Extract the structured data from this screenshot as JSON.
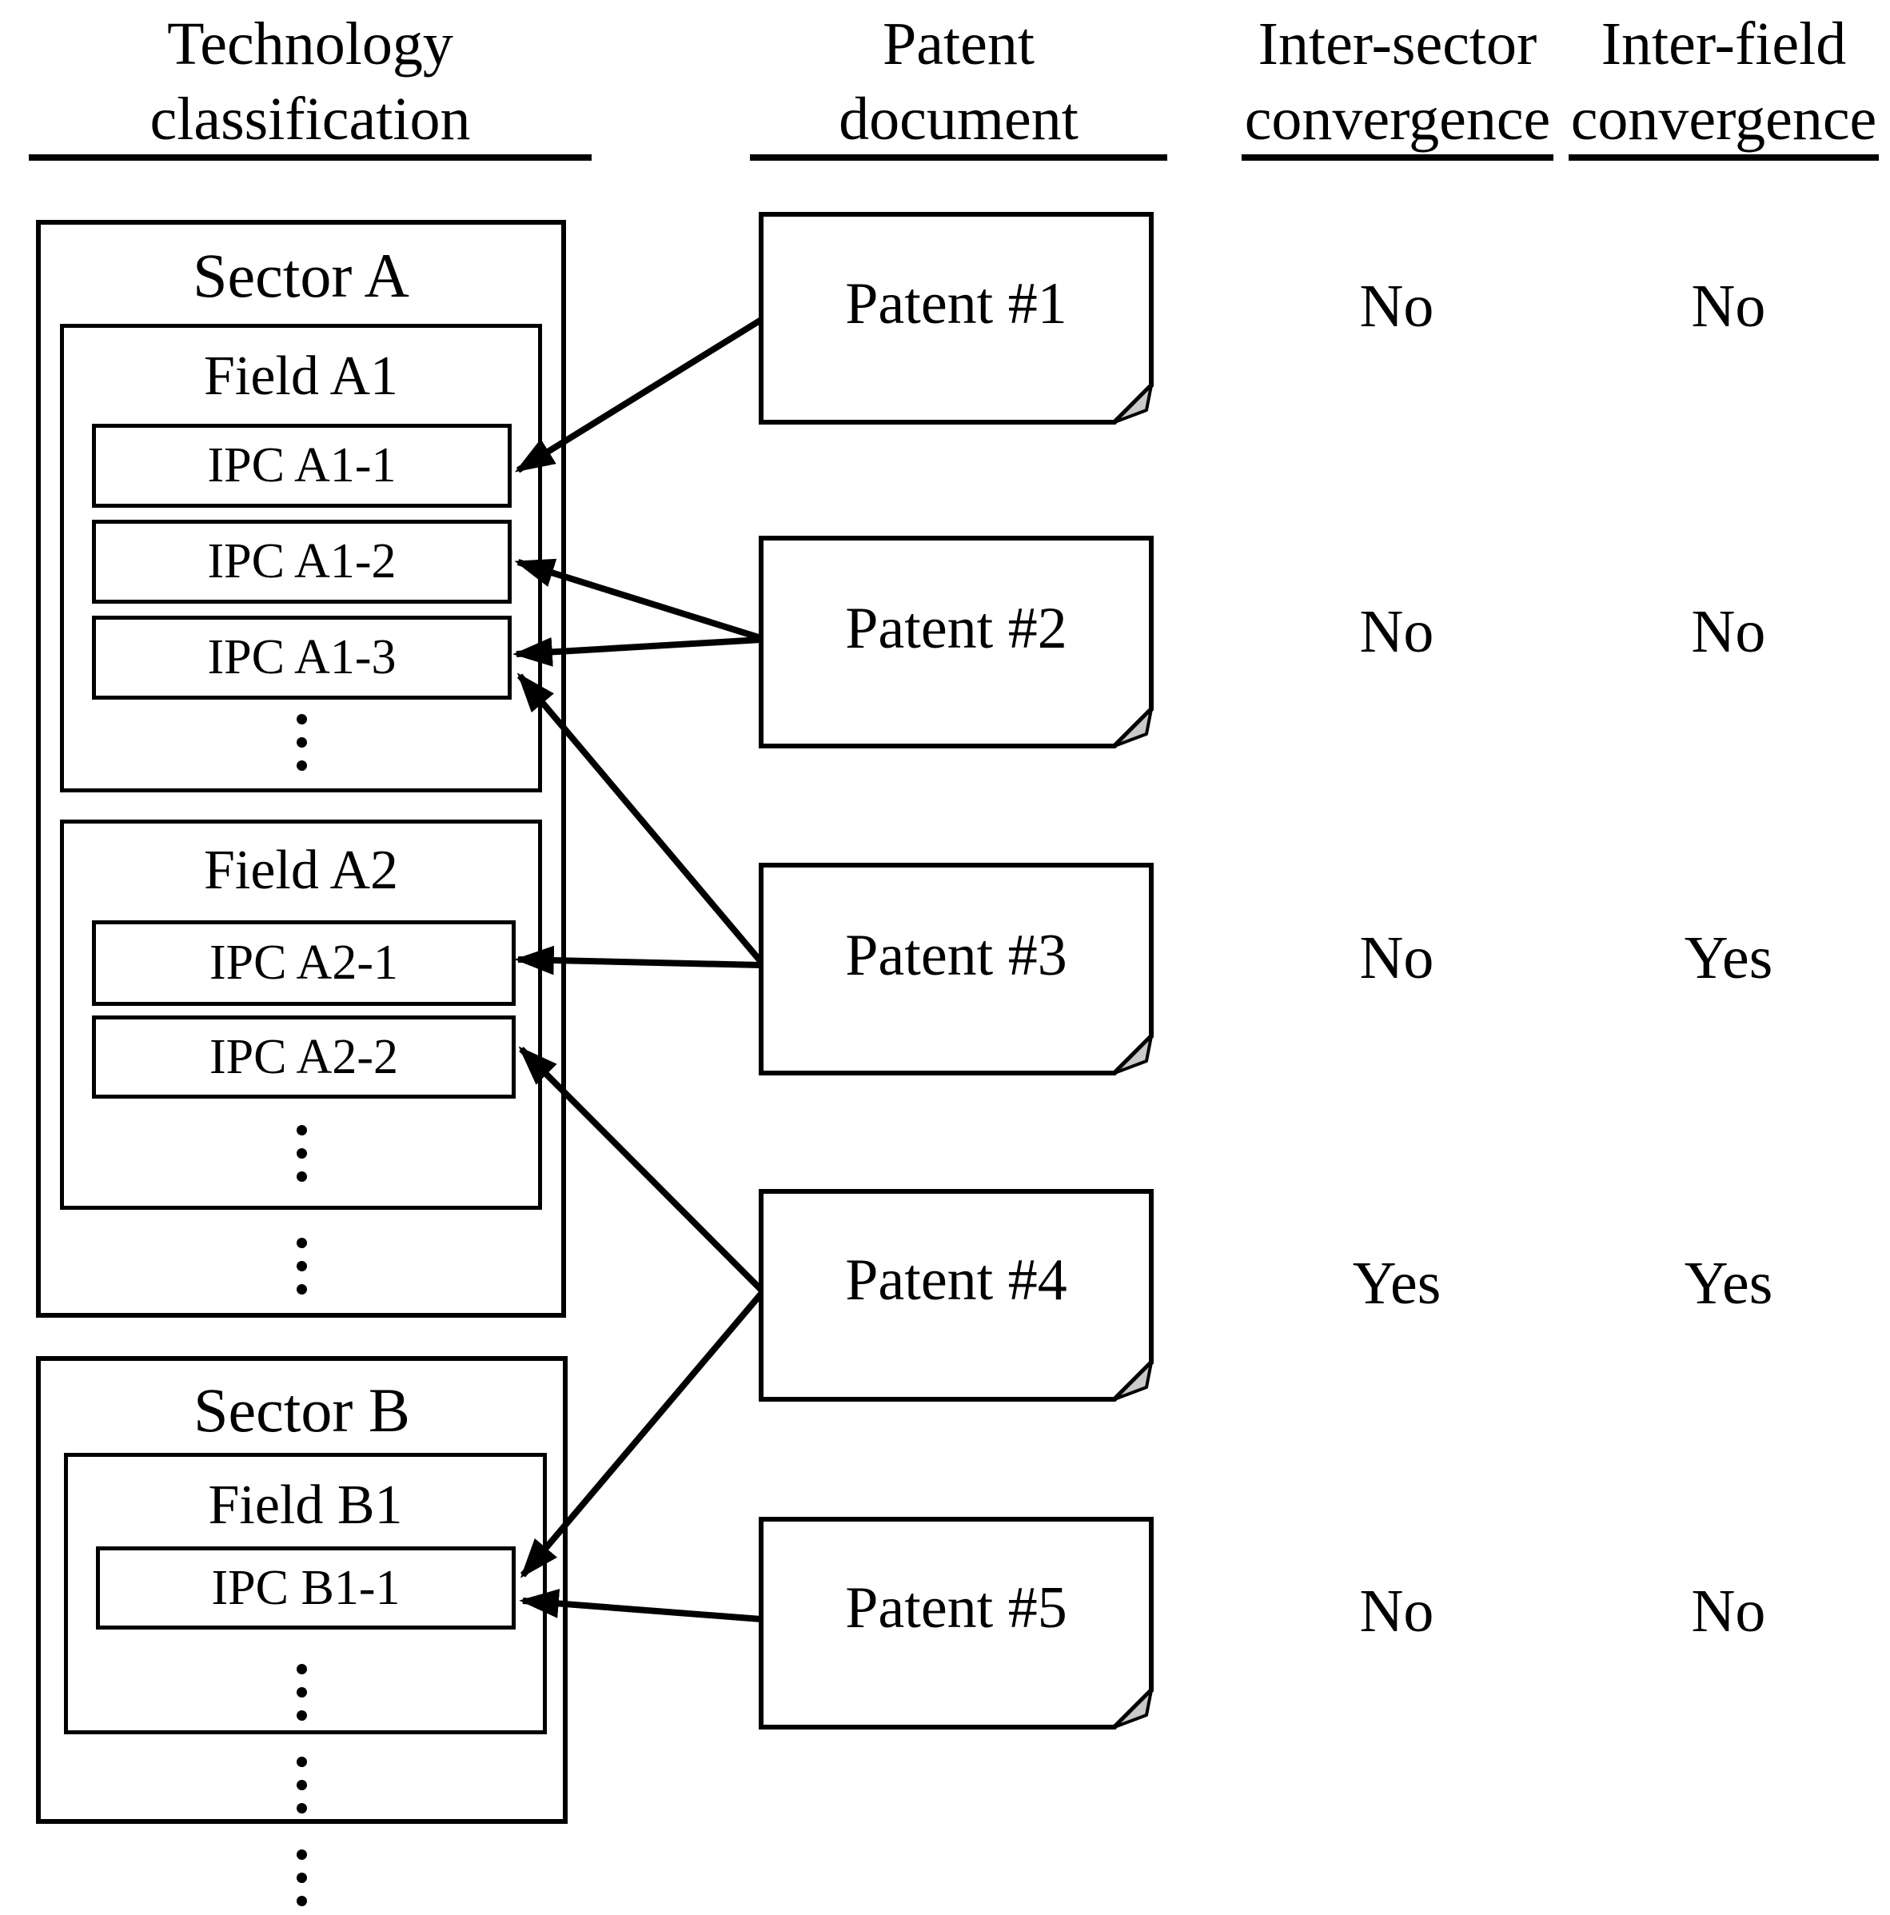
{
  "headers": {
    "technology": {
      "line1": "Technology",
      "line2": "classification"
    },
    "patent": {
      "line1": "Patent",
      "line2": "document"
    },
    "inter_sector": {
      "line1": "Inter-sector",
      "line2": "convergence"
    },
    "inter_field": {
      "line1": "Inter-field",
      "line2": "convergence"
    }
  },
  "classification": {
    "sector_a": {
      "label": "Sector A",
      "fields": [
        {
          "label": "Field A1",
          "ipcs": [
            "IPC A1-1",
            "IPC A1-2",
            "IPC A1-3"
          ]
        },
        {
          "label": "Field A2",
          "ipcs": [
            "IPC A2-1",
            "IPC A2-2"
          ]
        }
      ]
    },
    "sector_b": {
      "label": "Sector B",
      "fields": [
        {
          "label": "Field B1",
          "ipcs": [
            "IPC B1-1"
          ]
        }
      ]
    }
  },
  "patents": [
    {
      "label": "Patent #1",
      "inter_sector": "No",
      "inter_field": "No",
      "ipc_links": [
        "IPC A1-1"
      ]
    },
    {
      "label": "Patent #2",
      "inter_sector": "No",
      "inter_field": "No",
      "ipc_links": [
        "IPC A1-2",
        "IPC A1-3"
      ]
    },
    {
      "label": "Patent #3",
      "inter_sector": "No",
      "inter_field": "Yes",
      "ipc_links": [
        "IPC A1-3",
        "IPC A2-1"
      ]
    },
    {
      "label": "Patent #4",
      "inter_sector": "Yes",
      "inter_field": "Yes",
      "ipc_links": [
        "IPC A2-2",
        "IPC B1-1"
      ]
    },
    {
      "label": "Patent #5",
      "inter_sector": "No",
      "inter_field": "No",
      "ipc_links": [
        "IPC B1-1"
      ]
    }
  ]
}
